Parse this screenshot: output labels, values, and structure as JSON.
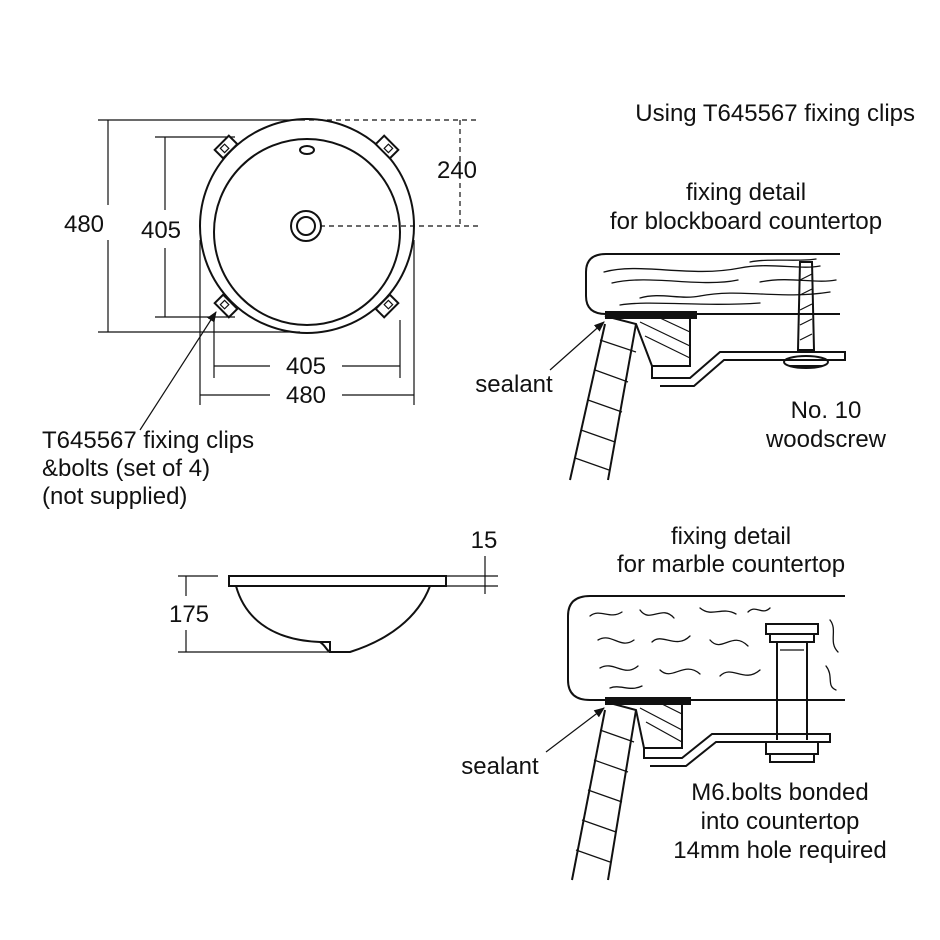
{
  "plan_view": {
    "dim_height_outer": "480",
    "dim_height_inner": "405",
    "dim_width_inner": "405",
    "dim_width_outer": "480",
    "dim_waste_offset": "240"
  },
  "clips_note": {
    "line1": "T645567 fixing clips",
    "line2": "&bolts (set of 4)",
    "line3": "(not supplied)"
  },
  "side_view": {
    "dim_depth": "175",
    "dim_rim": "15"
  },
  "header": "Using T645567 fixing clips",
  "blockboard_detail": {
    "title_line1": "fixing detail",
    "title_line2": "for blockboard countertop",
    "sealant_label": "sealant",
    "screw_line1": "No. 10",
    "screw_line2": "woodscrew"
  },
  "marble_detail": {
    "title_line1": "fixing detail",
    "title_line2": "for marble countertop",
    "sealant_label": "sealant",
    "bolt_line1": "M6.bolts bonded",
    "bolt_line2": "into countertop",
    "bolt_line3": "14mm hole required"
  }
}
